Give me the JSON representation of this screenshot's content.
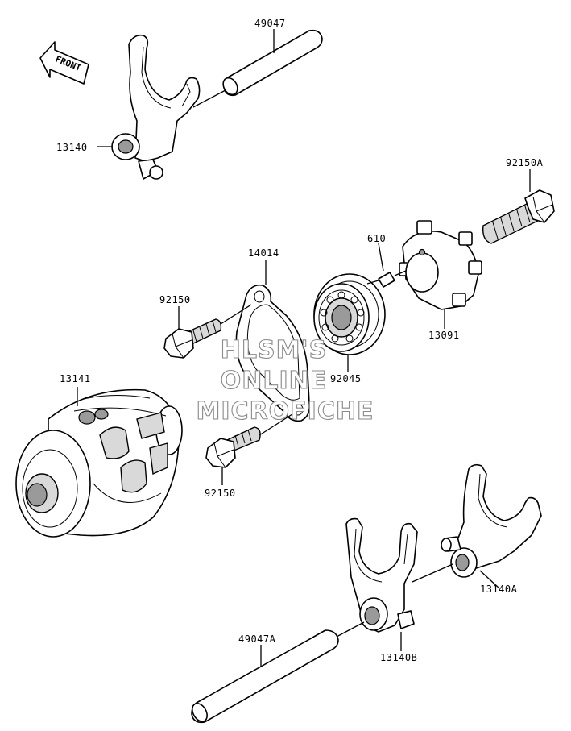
{
  "labels": {
    "p49047": "49047",
    "p13140": "13140",
    "p92150A": "92150A",
    "p610": "610",
    "p14014": "14014",
    "p92150_top": "92150",
    "p13091": "13091",
    "p92045": "92045",
    "p13141": "13141",
    "p92150_bottom": "92150",
    "p13140A": "13140A",
    "p49047A": "49047A",
    "p13140B": "13140B"
  },
  "front_arrow": {
    "text": "FRONT"
  },
  "watermark": {
    "line1": "HLSM'S",
    "line2": "ONLINE",
    "line3": "MICROFICHE"
  }
}
